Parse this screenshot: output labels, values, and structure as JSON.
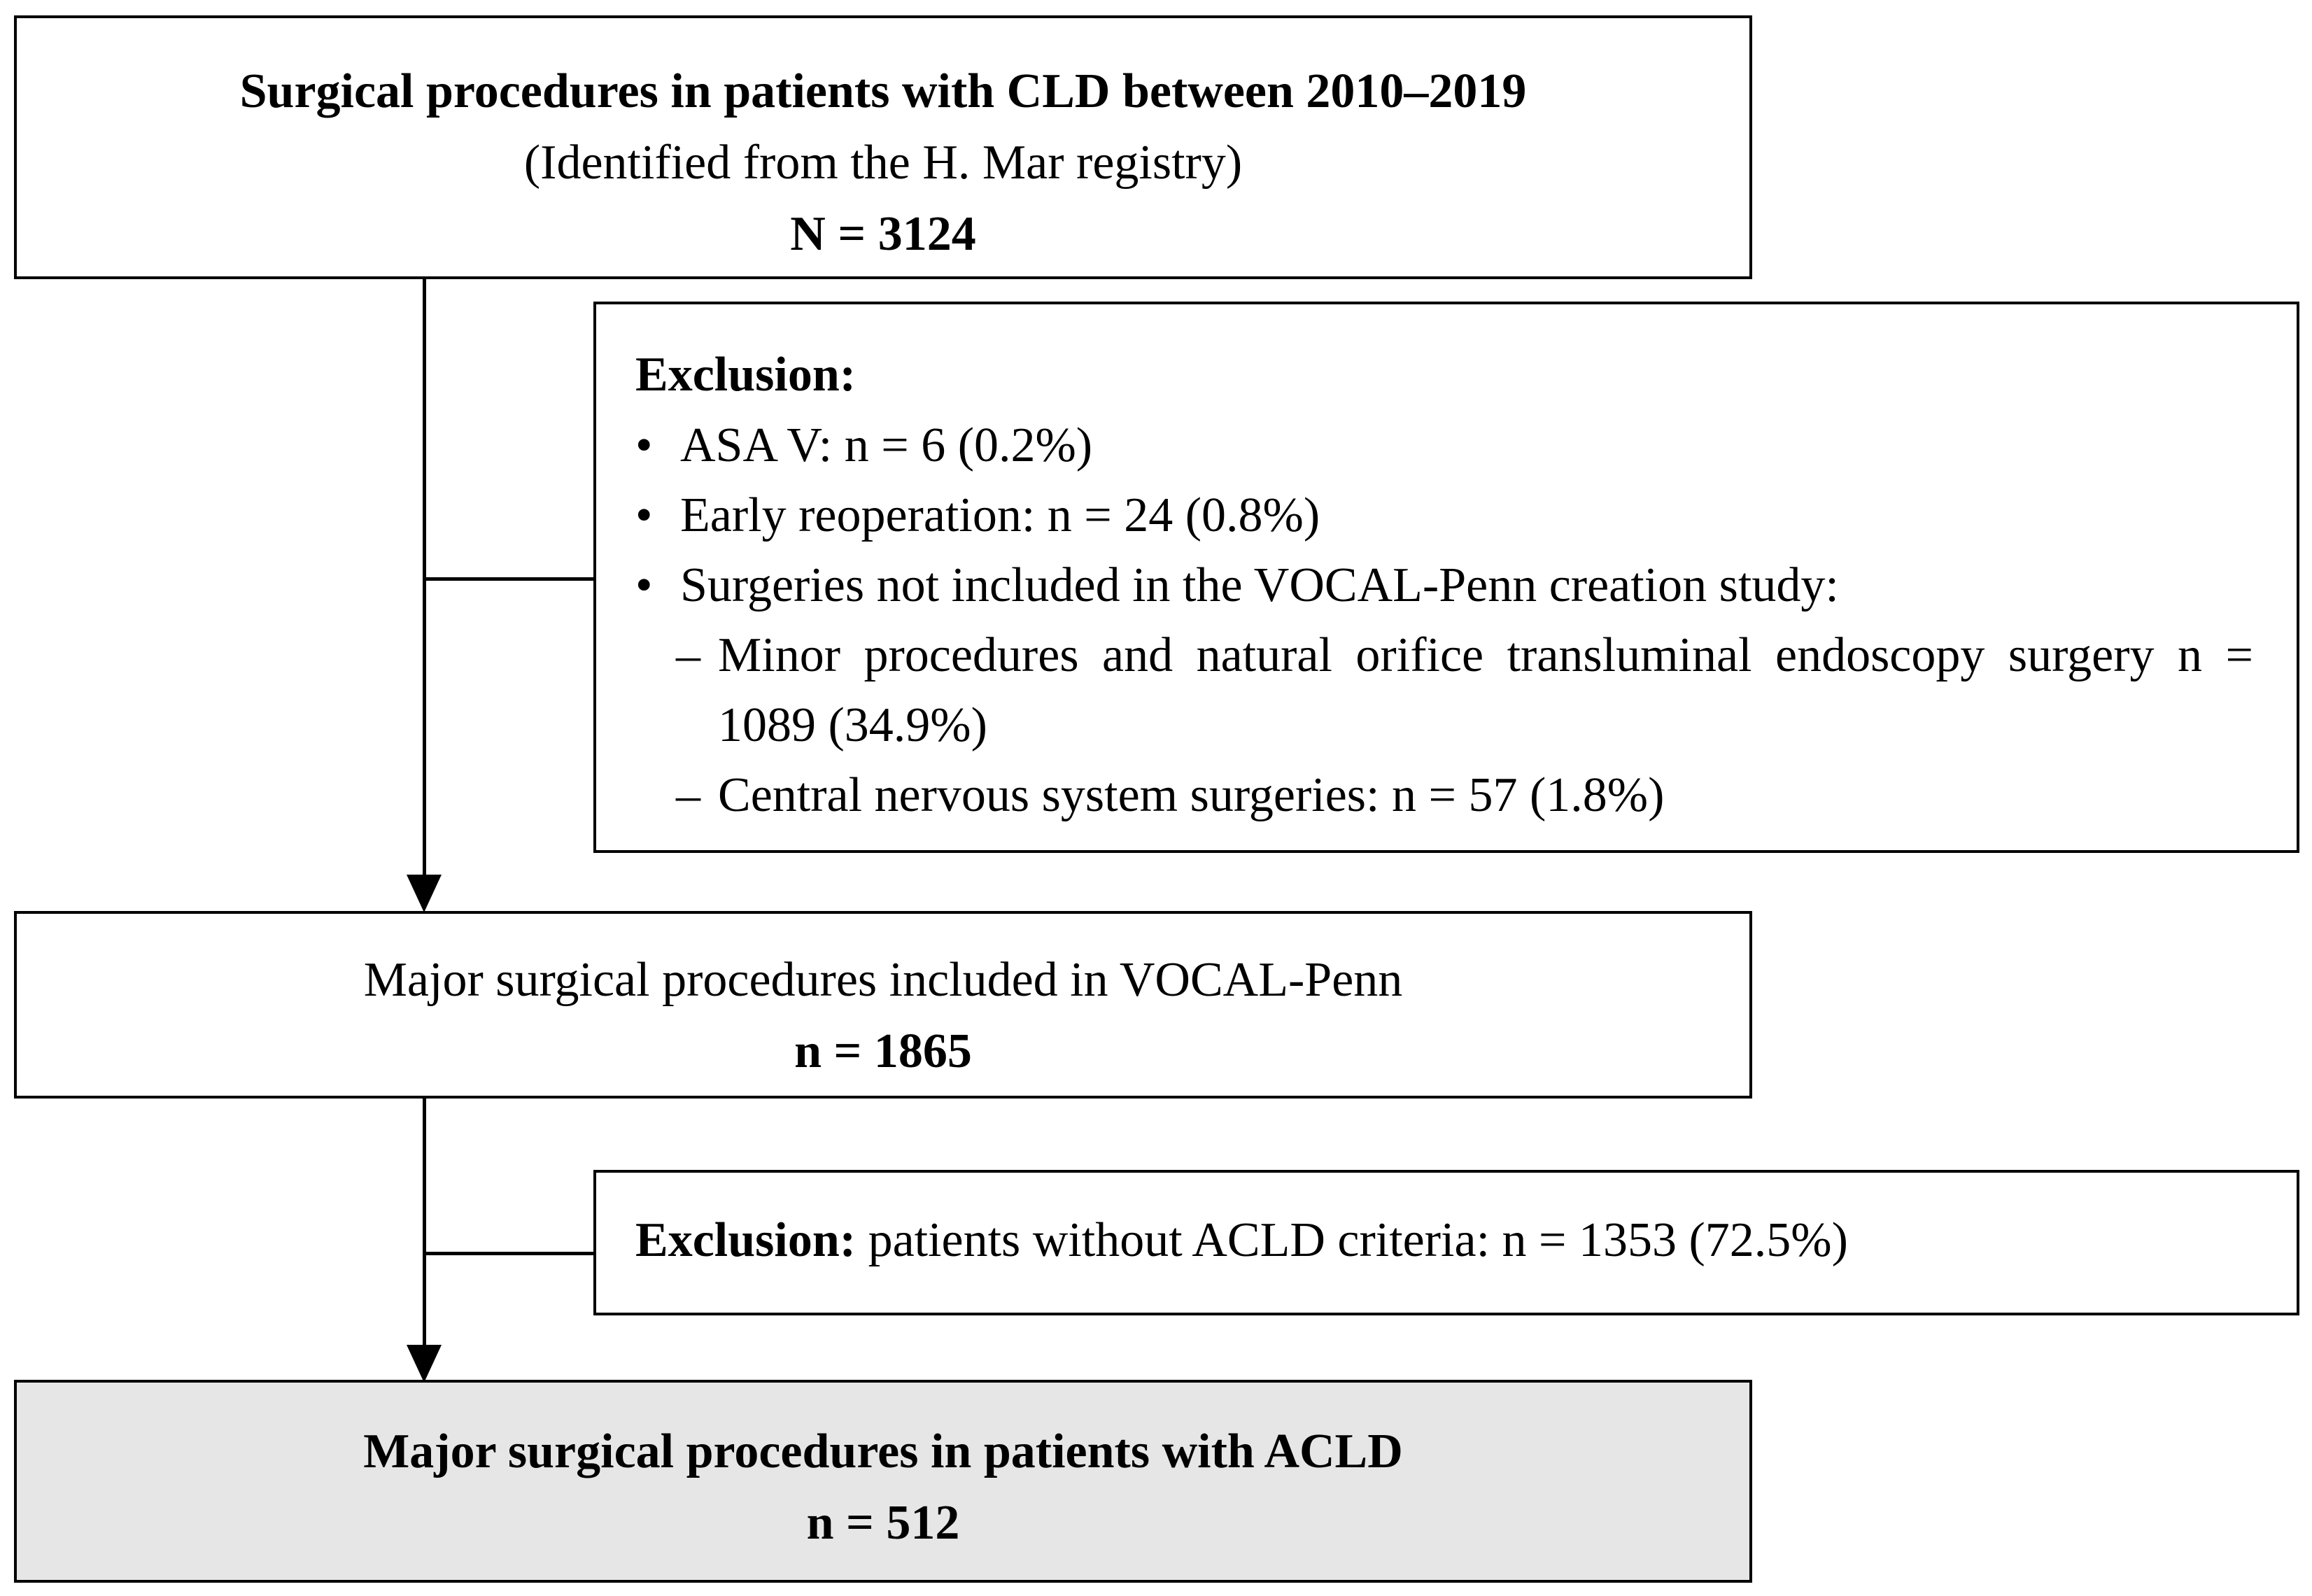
{
  "top_box": {
    "title": "Surgical procedures in patients with CLD between 2010–2019",
    "subtitle": "(Identified from the H. Mar registry)",
    "count": "N = 3124"
  },
  "exclusion_1": {
    "heading": "Exclusion:",
    "bullet_symbol": "•",
    "dash_symbol": "–",
    "items": [
      "ASA V: n = 6 (0.2%)",
      "Early reoperation: n = 24 (0.8%)",
      "Surgeries not included in the VOCAL-Penn creation study:"
    ],
    "subitems": [
      "Minor procedures and natural orifice transluminal endoscopy surgery n = 1089 (34.9%)",
      "Central nervous system surgeries: n = 57 (1.8%)"
    ]
  },
  "middle_box": {
    "title": "Major surgical procedures included in VOCAL-Penn",
    "count": "n = 1865"
  },
  "exclusion_2": {
    "heading": "Exclusion:",
    "text": " patients without ACLD criteria: n = 1353 (72.5%)"
  },
  "final_box": {
    "title": "Major surgical procedures in patients with ACLD",
    "count": "n = 512",
    "fill_color": "#e6e6e6"
  }
}
